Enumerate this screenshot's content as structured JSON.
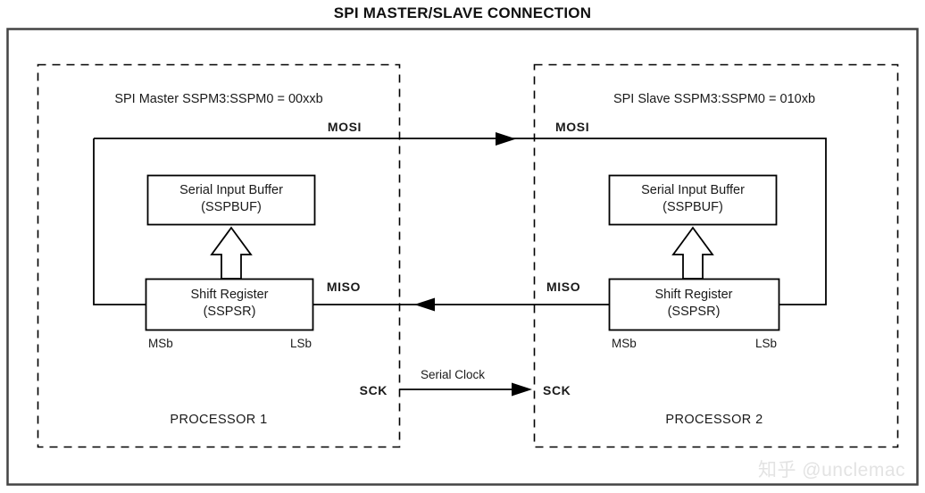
{
  "title": "SPI MASTER/SLAVE CONNECTION",
  "master": {
    "header_prefix": "SPI Master SSPM3:SSPM0 = ",
    "header_value": "00xxb",
    "buffer_line1": "Serial Input Buffer",
    "buffer_line2": "(SSPBUF)",
    "shift_line1": "Shift Register",
    "shift_line2": "(SSPSR)",
    "msb_label": "MSb",
    "lsb_label": "LSb",
    "processor_label": "PROCESSOR 1",
    "mosi_label": "MOSI",
    "miso_label": "MISO",
    "sck_label": "SCK"
  },
  "slave": {
    "header_prefix": "SPI Slave SSPM3:SSPM0 = ",
    "header_value": "010xb",
    "buffer_line1": "Serial Input Buffer",
    "buffer_line2": "(SSPBUF)",
    "shift_line1": "Shift Register",
    "shift_line2": "(SSPSR)",
    "msb_label": "MSb",
    "lsb_label": "LSb",
    "processor_label": "PROCESSOR 2",
    "mosi_label": "MOSI",
    "miso_label": "MISO",
    "sck_label": "SCK"
  },
  "clock": {
    "label": "Serial Clock"
  },
  "watermark": "知乎 @unclemac",
  "colors": {
    "outer_border": "#444444",
    "line": "#000000",
    "text": "#1a1a1a",
    "watermark": "#e3e3e3",
    "background": "#ffffff"
  }
}
